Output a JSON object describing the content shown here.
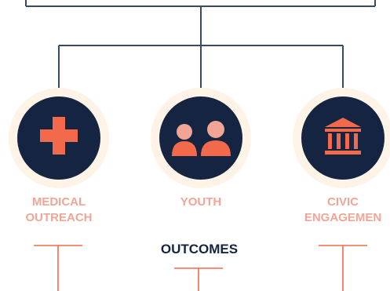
{
  "colors": {
    "navy": "#142441",
    "coral": "#f26a4b",
    "label": "#f0a597",
    "halo": "#fdf3e7",
    "connector": "#3b4a63"
  },
  "categories": [
    {
      "id": "medical",
      "icon": "medical-cross-icon",
      "line1": "MEDICAL",
      "line2": "OUTREACH"
    },
    {
      "id": "youth",
      "icon": "youth-people-icon",
      "line1": "YOUTH",
      "line2": ""
    },
    {
      "id": "civic",
      "icon": "civic-building-icon",
      "line1": "CIVIC",
      "line2": "ENGAGEMEN"
    }
  ],
  "outcomes": {
    "title": "OUTCOMES"
  }
}
